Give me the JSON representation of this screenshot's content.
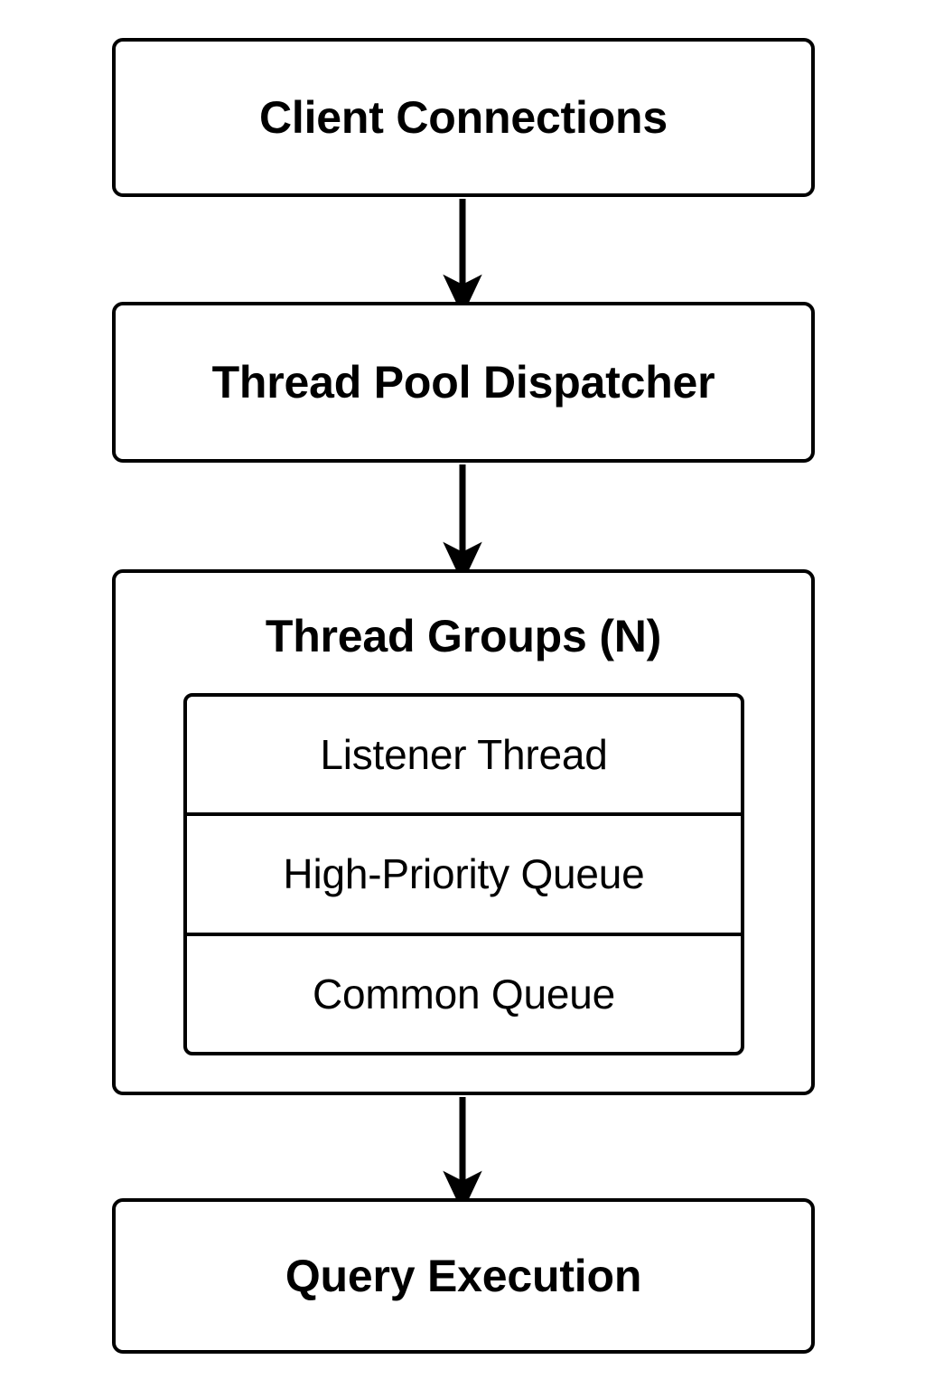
{
  "diagram": {
    "type": "flowchart",
    "orientation": "top-to-bottom",
    "background_color": "#ffffff",
    "stroke_color": "#000000",
    "nodes": [
      {
        "id": "client-connections",
        "label": "Client Connections"
      },
      {
        "id": "thread-pool-dispatcher",
        "label": "Thread Pool Dispatcher"
      },
      {
        "id": "thread-groups",
        "label": "Thread Groups (N)",
        "children": [
          {
            "id": "listener-thread",
            "label": "Listener Thread"
          },
          {
            "id": "high-priority-queue",
            "label": "High-Priority Queue"
          },
          {
            "id": "common-queue",
            "label": "Common Queue"
          }
        ]
      },
      {
        "id": "query-execution",
        "label": "Query Execution"
      }
    ],
    "edges": [
      {
        "from": "client-connections",
        "to": "thread-pool-dispatcher",
        "style": "solid-arrow"
      },
      {
        "from": "thread-pool-dispatcher",
        "to": "thread-groups",
        "style": "solid-arrow"
      },
      {
        "from": "thread-groups",
        "to": "query-execution",
        "style": "solid-arrow"
      }
    ]
  }
}
